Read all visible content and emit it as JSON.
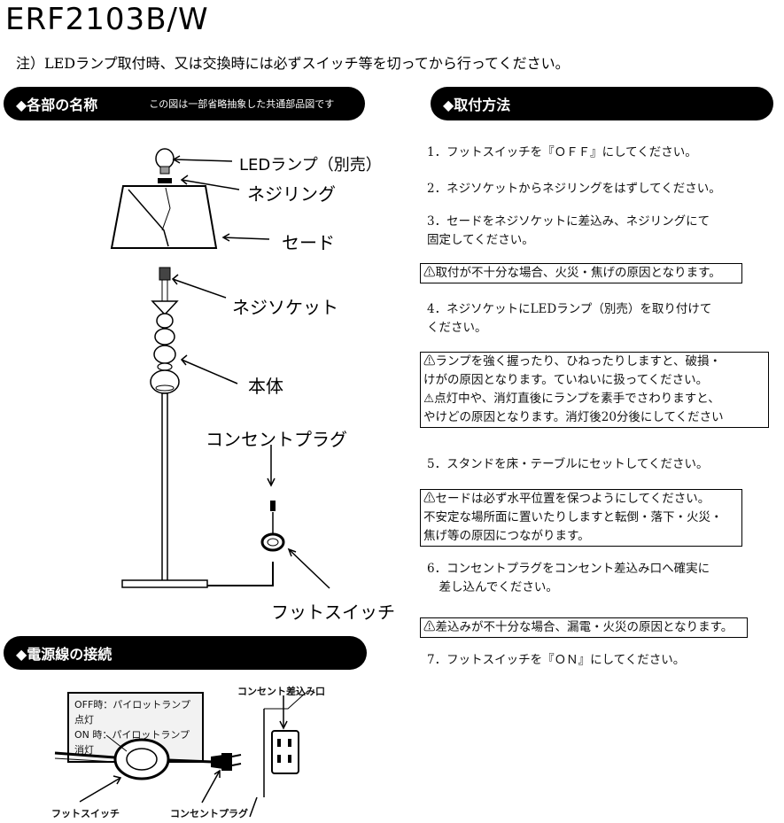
{
  "header": {
    "model": "ERF2103B/W",
    "note": "注）LEDランプ取付時、又は交換時には必ずスイッチ等を切ってから行ってください。"
  },
  "sections": {
    "parts": {
      "title": "◆各部の名称",
      "subtitle": "この図は一部省略抽象した共通部品図です"
    },
    "install": {
      "title": "◆取付方法"
    },
    "power": {
      "title": "◆電源線の接続"
    }
  },
  "parts_labels": {
    "lamp": "LEDランプ（別売）",
    "ring": "ネジリング",
    "shade": "セード",
    "socket": "ネジソケット",
    "body": "本体",
    "plug": "コンセントプラグ",
    "switch": "フットスイッチ"
  },
  "steps": [
    "1．フットスイッチを『ＯＦＦ』にしてください。",
    "2．ネジソケットからネジリングをはずしてください。",
    "3．セードをネジソケットに差込み、ネジリングにて\n固定してください。",
    "4．ネジソケットにLEDランプ（別売）を取り付けて\nください。",
    "5．スタンドを床・テーブルにセットしてください。",
    "6．コンセントプラグをコンセント差込み口へ確実に\n　差し込んでください。",
    "7．フットスイッチを『ＯＮ』にしてください。"
  ],
  "warnings": [
    "⚠取付が不十分な場合、火災・焦げの原因となります。",
    "⚠ランプを強く握ったり、ひねったりしますと、破損・\nけがの原因となります。ていねいに扱ってください。\n⚠点灯中や、消灯直後にランプを素手でさわりますと、\nやけどの原因となります。消灯後20分後にしてください",
    "⚠セードは必ず水平位置を保つようにしてください。\n不安定な場所面に置いたりしますと転倒・落下・火災・\n焦げ等の原因につながります。",
    "⚠差込みが不十分な場合、漏電・火災の原因となります。"
  ],
  "power_diagram": {
    "status_off": "OFF時：パイロットランプ点灯",
    "status_on": "ON 時：パイロットランプ消灯",
    "outlet_label": "コンセント差込み口",
    "switch_label": "フットスイッチ",
    "plug_label": "コンセントプラグ"
  }
}
